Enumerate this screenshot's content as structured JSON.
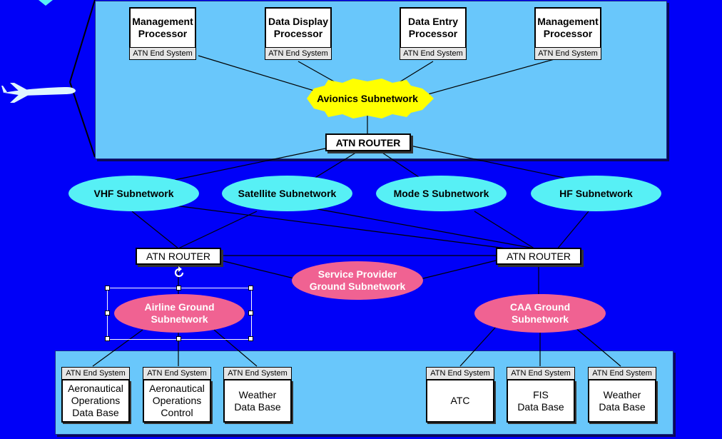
{
  "avionics": {
    "processors": [
      {
        "title": "Management\nProcessor",
        "tag": "ATN End System"
      },
      {
        "title": "Data Display\nProcessor",
        "tag": "ATN End System"
      },
      {
        "title": "Data Entry\nProcessor",
        "tag": "ATN End System"
      },
      {
        "title": "Management\nProcessor",
        "tag": "ATN End System"
      }
    ],
    "subnetwork": "Avionics Subnetwork",
    "router": "ATN ROUTER"
  },
  "air_ground": [
    "VHF Subnetwork",
    "Satellite Subnetwork",
    "Mode S Subnetwork",
    "HF Subnetwork"
  ],
  "ground": {
    "left_router": "ATN ROUTER",
    "right_router": "ATN ROUTER",
    "service_provider": "Service Provider\nGround Subnetwork",
    "airline": "Airline Ground\nSubnetwork",
    "caa": "CAA Ground\nSubnetwork"
  },
  "end_systems": [
    {
      "tag": "ATN End System",
      "title": "Aeronautical\nOperations\nData Base"
    },
    {
      "tag": "ATN End System",
      "title": "Aeronautical\nOperations\nControl"
    },
    {
      "tag": "ATN End System",
      "title": "Weather\nData Base"
    },
    {
      "tag": "ATN End System",
      "title": "ATC"
    },
    {
      "tag": "ATN End System",
      "title": "FIS\nData Base"
    },
    {
      "tag": "ATN End System",
      "title": "Weather\nData Base"
    }
  ],
  "colors": {
    "background": "#0000f8",
    "panel": "#69c7fb",
    "avionics_subnet": "#ffff00",
    "air_ground_subnet": "#57f0f5",
    "ground_subnet": "#f06292"
  },
  "icons": [
    "airplane-icon",
    "rotate-handle-icon"
  ]
}
